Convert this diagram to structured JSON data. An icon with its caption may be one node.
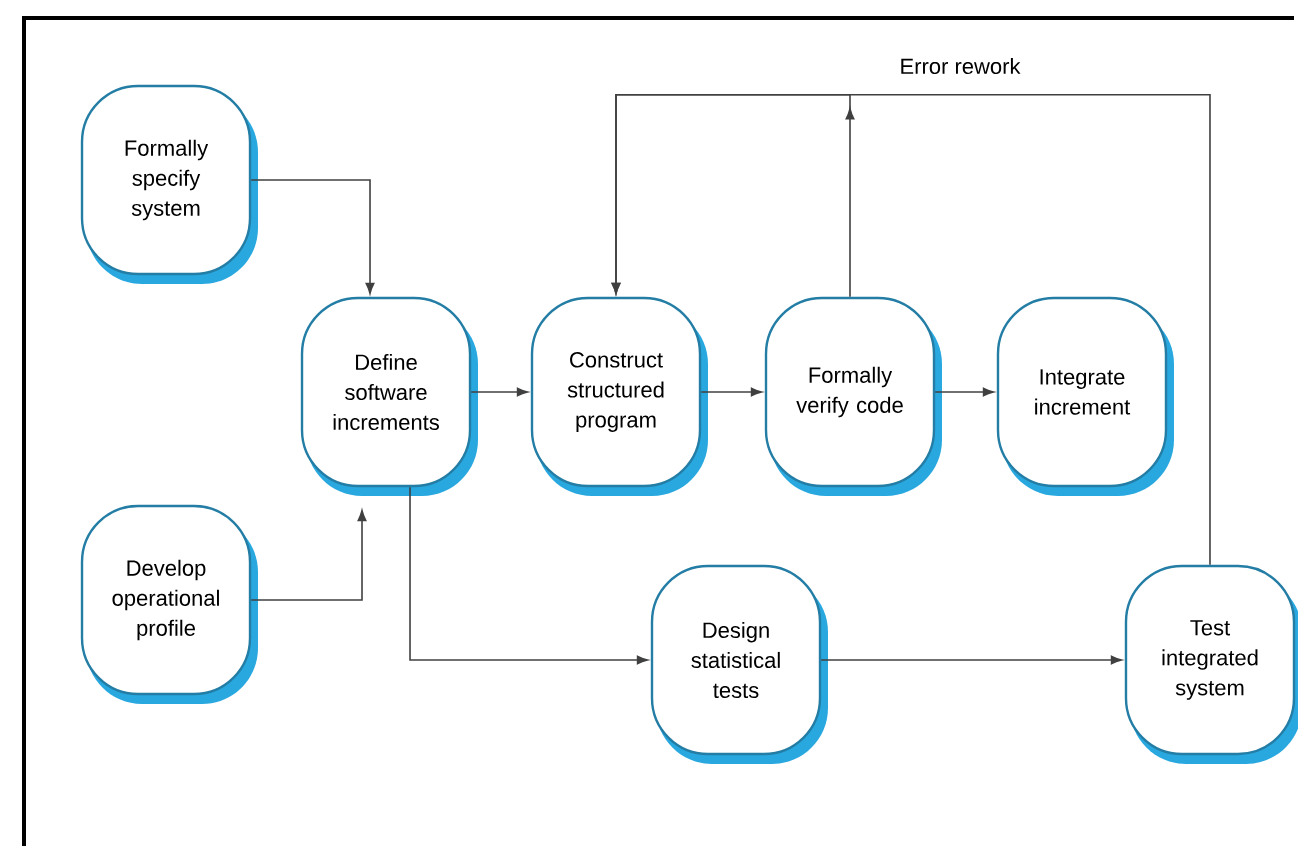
{
  "diagram": {
    "nodes": [
      {
        "text": [
          "Formally specify system"
        ]
      },
      {
        "text": [
          "Develop operational profile"
        ]
      },
      {
        "text": [
          "Define software increments"
        ]
      },
      {
        "text": [
          "Construct structured program"
        ]
      },
      {
        "text": [
          "Formally verify code"
        ]
      },
      {
        "text": [
          "Integrate increment"
        ]
      },
      {
        "text": [
          "Design statistical tests"
        ]
      },
      {
        "text": [
          "Test integrated system"
        ]
      }
    ],
    "edges": [
      {
        "from": 0,
        "to": 2,
        "arrow": "to"
      },
      {
        "from": 1,
        "to": 2,
        "arrow": "to"
      },
      {
        "from": 2,
        "to": 3,
        "arrow": "to"
      },
      {
        "from": 3,
        "to": 4,
        "arrow": "to"
      },
      {
        "from": 4,
        "to": 5,
        "arrow": "to"
      },
      {
        "from": 2,
        "to": 6,
        "arrow": "to"
      },
      {
        "from": 6,
        "to": 7,
        "arrow": "to"
      },
      {
        "from": 7,
        "to": 3,
        "arrow": "to",
        "label": "Error rework"
      },
      {
        "from": 4,
        "to": 3,
        "arrow": "to"
      }
    ]
  }
}
